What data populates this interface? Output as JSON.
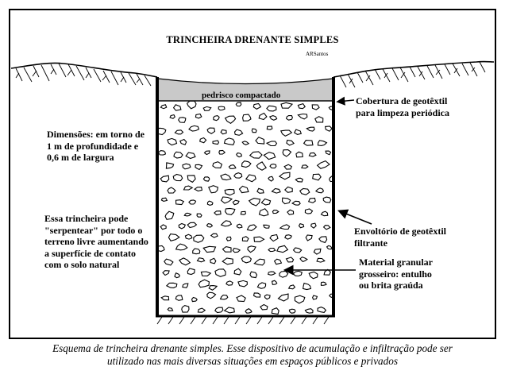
{
  "diagram": {
    "title": "TRINCHEIRA DRENANTE SIMPLES",
    "author": "ARSantos",
    "layers": {
      "top_layer": "pedrisco compactado"
    },
    "labels": {
      "dimensions": [
        "Dimensões: em torno de",
        "1 m de profundidade e",
        "0,6 m de largura"
      ],
      "serpentine": [
        "Essa trincheira pode",
        "\"serpentear\" por todo o",
        "terreno livre aumentando",
        "a superfície de contato",
        "com o solo natural"
      ],
      "geotextile_cover": [
        "Cobertura de geotêxtil",
        "para limpeza periódica"
      ],
      "geotextile_wrap": [
        "Envoltório de geotêxtil",
        "filtrante"
      ],
      "fill_material": [
        "Material granular",
        "grosseiro: entulho",
        "ou brita graúda"
      ]
    }
  },
  "caption": [
    "Esquema de trincheira drenante simples. Esse dispositivo de acumulação e infiltração pode ser",
    "utilizado nas mais diversas situações em espaços públicos e privados"
  ],
  "colors": {
    "line": "#000000",
    "top_layer_fill": "#c9c9c9",
    "background": "#ffffff"
  }
}
